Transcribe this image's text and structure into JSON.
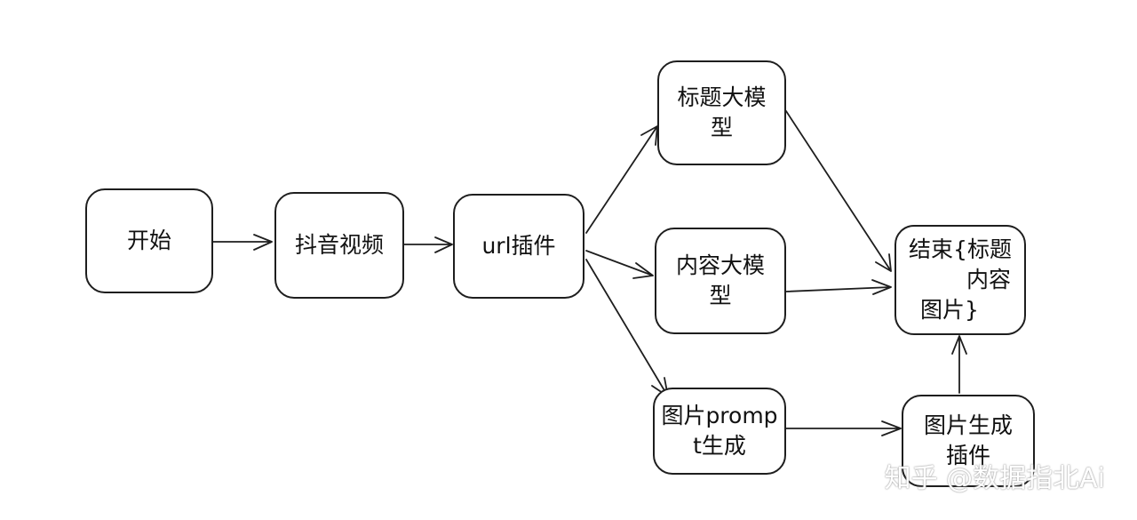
{
  "nodes": {
    "start": "开始",
    "douyin": "抖音视频",
    "url_plugin": "url插件",
    "title_model_line1": "标题大模",
    "title_model_line2": "型",
    "content_model_line1": "内容大模",
    "content_model_line2": "型",
    "prompt_gen_line1": "图片promp",
    "prompt_gen_line2": "t生成",
    "image_plugin_line1": "图片生成",
    "image_plugin_line2": "插件",
    "end_line1": "结束{标题",
    "end_line2": "内容",
    "end_line3": "图片}"
  },
  "watermark": "知乎 @数据指北Ai"
}
